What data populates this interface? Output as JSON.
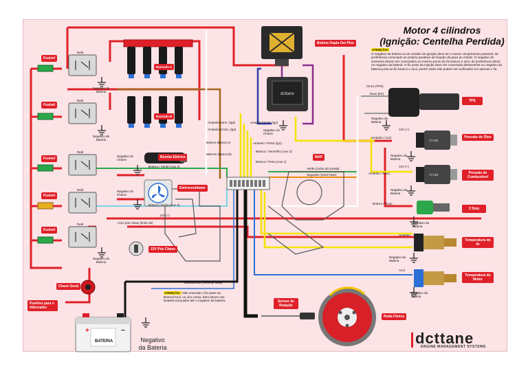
{
  "title": {
    "line1": "Motor 4 cilindros",
    "line2": "(Ignição: Centelha Perdida)"
  },
  "warning_top": {
    "head": "ATENÇÃO!",
    "body": "O negativo da bobina ou do módulo de ignição deve ter o menor comprimento possível, de preferência conectado ao próprio parafuso de fixação da peça ao chassi. O negativo de sensores devem ser conectados ao mesmo ponto do fio branco e azul, de preferência direto no negativo da bateria. O fio preto da injeção deve ser conectado diretamente no negativo da bateria junto ao fio branco e azul, porém estes não podem ser unificados em apenas 1 fio."
  },
  "warning_bottom": {
    "head": "ATENÇÃO:",
    "body": "Não emendar o fio preto ao Branco/Azul, ou vice versa. Eles devem ser levados trançados até o negativo da bateria."
  },
  "tags": {
    "fusivel": "Fusível",
    "bobina": "Bobina Dupla Ost Plus",
    "bomba": "Bomba Elétrica",
    "eletroventilador": "Eletroventilador",
    "pos_chave": "12V Pós Chave",
    "chave_geral": "Chave Geral",
    "positivo_alt": "Positivo para o Alternador",
    "tps": "TPS",
    "map": "MAP",
    "pressao_oleo": "Pressão de Óleo",
    "pressao_comb": "Pressão de Combustível",
    "two_step": "2 Step",
    "temp_ar": "Temperatura do Ar",
    "temp_motor": "Temperatura do Motor",
    "roda_fonica": "Roda Fônica",
    "sensor_rotacao": "Sensor de Rotação"
  },
  "labels": {
    "relay": "Relé",
    "neg_bateria": "Negativo da Bateria",
    "neg_chassi": "Negativo do Chassi",
    "bancada_a": "Bancada A",
    "bancada_b": "Bancada B",
    "bateria": "BATERIA",
    "neg_bateria_big": "Negativo da Bateria",
    "doze_v_pos_chave": "+12V pós chave (linha 15)",
    "doze_v": "12V (+)",
    "branco_azul_terra": "Branco/Azul (Terra de sinal)",
    "sensor_value": "1T10B"
  },
  "wires": {
    "amarelo_verm": "Amarelo/Verm. (Ig3)",
    "amarelo_cinza": "Amarelo/Cinza. (Ig4)",
    "amarelo_verde": "Amarelo/Verde (Ig2)",
    "amarelo_preto": "Amarelo / Preto (Ig1)",
    "neg_chassi_coil": "Negativo do Chassi",
    "branco_a": "Branco (Banca A)",
    "marrom_b": "Marrom (Banca B)",
    "branco_verde": "Branco / Verde (Aux 2)",
    "branco_cinza": "Branco / Cinza (Aux 4)",
    "branco_vermelho": "Branco / Vermelho (Aux 3)",
    "branco_preto": "Branco / Preto (Aux 1)",
    "verde_linha": "Verde (Linha da Sonda)",
    "segundo_sinal": "Segundo (Sinal Fase)",
    "cinza_tps": "Cinza (TPS)",
    "roxo_5v": "Roxo (5V)",
    "amarelo_azul": "Amarelo / Azul",
    "amarelo_roxo": "Amarelo / Roxo",
    "branco_roxo": "Branco / Roxo",
    "amarelo": "Amarelo",
    "azul": "Azul"
  },
  "sensor_vcc": "12V (+)",
  "logo": {
    "name": "dcttane",
    "sub": "ENGINE MANAGEMENT SYSTEMS"
  },
  "colors": {
    "red": "#e02028",
    "yellow": "#f4e400",
    "purple": "#8a2d8f",
    "brown": "#a5651c",
    "green": "#2aa84a",
    "blue": "#2c6fd6",
    "black": "#111111",
    "cyan": "#7ad3e6"
  }
}
